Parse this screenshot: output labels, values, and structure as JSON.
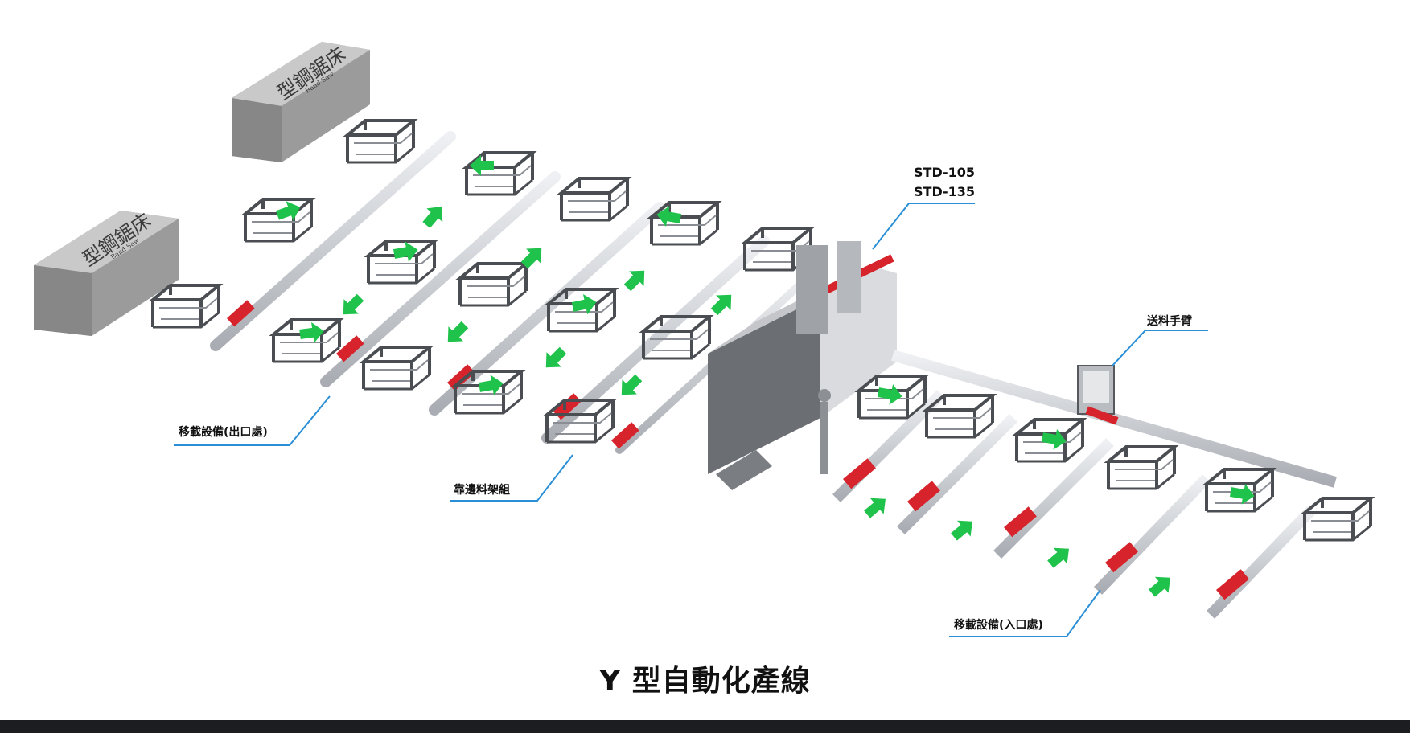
{
  "caption": "Y 型自動化產線",
  "machine_model": {
    "line1": "STD-105",
    "line2": "STD-135"
  },
  "callouts": {
    "feed_arm": "送料手臂",
    "transfer_exit": "移載設備(出口處)",
    "side_rack": "靠邊料架組",
    "transfer_entry": "移載設備(入口處)"
  },
  "saw_boxes": [
    {
      "title": "型鋼鋸床",
      "subtitle": "Band Saw"
    },
    {
      "title": "型鋼鋸床",
      "subtitle": "Band Saw"
    }
  ],
  "colors": {
    "flow_arrow": "#1fc24a",
    "accent": "#d7242c",
    "callout_line": "#2a8fd6",
    "rail": "#c9ccd1"
  }
}
